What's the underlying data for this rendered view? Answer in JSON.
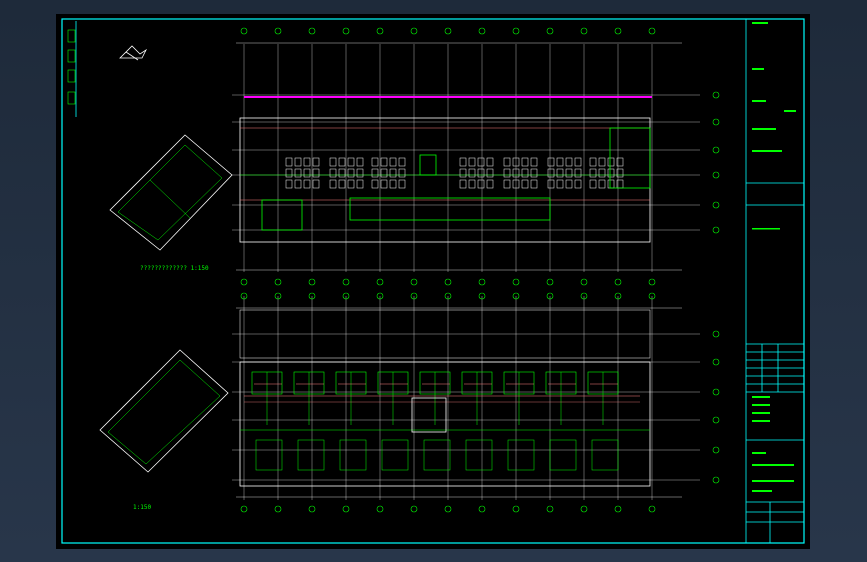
{
  "viewer": {
    "background": "#233146",
    "sheet_color": "#000000",
    "frame_color": "#00ffff",
    "line_color": "#00ff00",
    "accent_color": "#ff00ff",
    "highlight_color": "#ff8080"
  },
  "plans": [
    {
      "name": "upper-floor-plan",
      "scale_label": "????????????? 1:150"
    },
    {
      "name": "lower-floor-plan",
      "scale_label": "1:150"
    }
  ]
}
